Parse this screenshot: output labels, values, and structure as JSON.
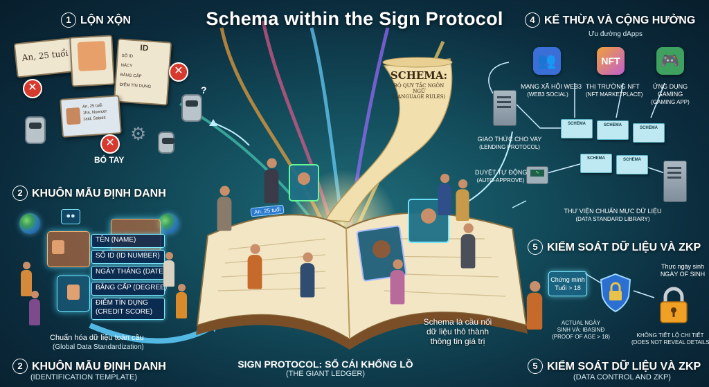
{
  "title": "Schema within the Sign Protocol",
  "sections": {
    "s1": {
      "num": "1",
      "heading": "LỘN XỘN"
    },
    "s2_top": {
      "num": "2",
      "heading": "KHUÔN MẪU ĐỊNH DANH"
    },
    "s2_bottom": {
      "num": "2",
      "heading": "KHUÔN MẪU ĐỊNH DANH",
      "sub": "(IDENTIFICATION TEMPLATE)"
    },
    "s4": {
      "num": "4",
      "heading": "KẾ THỪA VÀ CỘNG HƯỞNG",
      "sub": "Ưu đường dApps"
    },
    "s5_top": {
      "num": "5",
      "heading": "KIỂM SOÁT DỮ LIỆU VÀ ZKP"
    },
    "s5_bottom": {
      "num": "5",
      "heading": "KIỂM SOÁT DỮ LIỆU VÀ ZKP",
      "sub": "(DATA CONTROL AND ZKP)"
    }
  },
  "chaos": {
    "card_name": "An, 25 tuổi",
    "card_id_title": "ID",
    "card_id_lines": [
      "SỐ ID",
      "NĂCY",
      "BẰNG CẤP",
      "ĐIỂM TÍN DỤNG"
    ],
    "small_card_lines": [
      "An, 25 tuổi",
      "1ha, Nuercer",
      "zaid, Saipsit"
    ],
    "bo_tay": "BÓ TAY"
  },
  "template": {
    "fields": [
      "TÊN (NAME)",
      "SỐ ID (ID NUMBER)",
      "NGÀY THÁNG (DATE)",
      "BẰNG CẤP (DEGREE)",
      "ĐIỂM TÍN DỤNG",
      "(CREDIT SCORE)"
    ],
    "caption": "Chuẩn hóa dữ liệu toàn cầu",
    "caption_sub": "(Global Data Standardization)"
  },
  "scroll": {
    "title": "SCHEMA:",
    "line1": "BỘ QUY TẮC NGÔN NGỮ",
    "line2": "(LANGUAGE RULES)"
  },
  "ledger": {
    "book_tag": "An, 25 tuổi",
    "heading": "SIGN PROTOCOL: SỔ CÁI KHỔNG LỒ",
    "sub": "(THE GIANT LEDGER)"
  },
  "bridge_text": [
    "Schema là cầu nối",
    "dữ liệu thô thành",
    "thông tin giá trị"
  ],
  "dapps": [
    {
      "icon": "people-icon",
      "color": "#3a6fd8",
      "line1": "MẠNG XÃ HỘI WEB3",
      "line2": "(WEB3 SOCIAL)"
    },
    {
      "icon": "nft-icon",
      "color": "#c25fd0",
      "line1": "THỊ TRƯỜNG NFT",
      "line2": "(NFT MARKETPLACE)"
    },
    {
      "icon": "gamepad-icon",
      "color": "#3fa15f",
      "line1": "ỨNG DỤNG",
      "line2": "GAMING",
      "line3": "(GAMING APP)"
    }
  ],
  "network": {
    "lending": "GIAO THỨC CHO VAY",
    "lending_sub": "(LENDING PROTOCOL)",
    "auto": "DUYỆT TỰ ĐỘNG",
    "auto_sub": "(AUTO-APPROVE)",
    "library": "THƯ VIỆN CHUẨN MỰC DỮ LIỆU",
    "library_sub": "(DATA STANDARD LIBRARY)",
    "schema_label": "SCHEMA"
  },
  "zkp": {
    "proof_line1": "Chứng minh",
    "proof_line2": "Tuổi > 18",
    "actual_line1": "Thực ngày sinh",
    "actual_line2": "NGÀY OF SINH",
    "under_line1": "ACTUAL NGÀY",
    "under_line2": "SINH VÀ: IBASINĐ",
    "under_line3": "(PROOF OF AGE > 18)",
    "nodetail_line1": "KHÔNG TIẾT LỘ CHI TIẾT",
    "nodetail_line2": "(DOES NOT REVEAL DETAILS)"
  }
}
